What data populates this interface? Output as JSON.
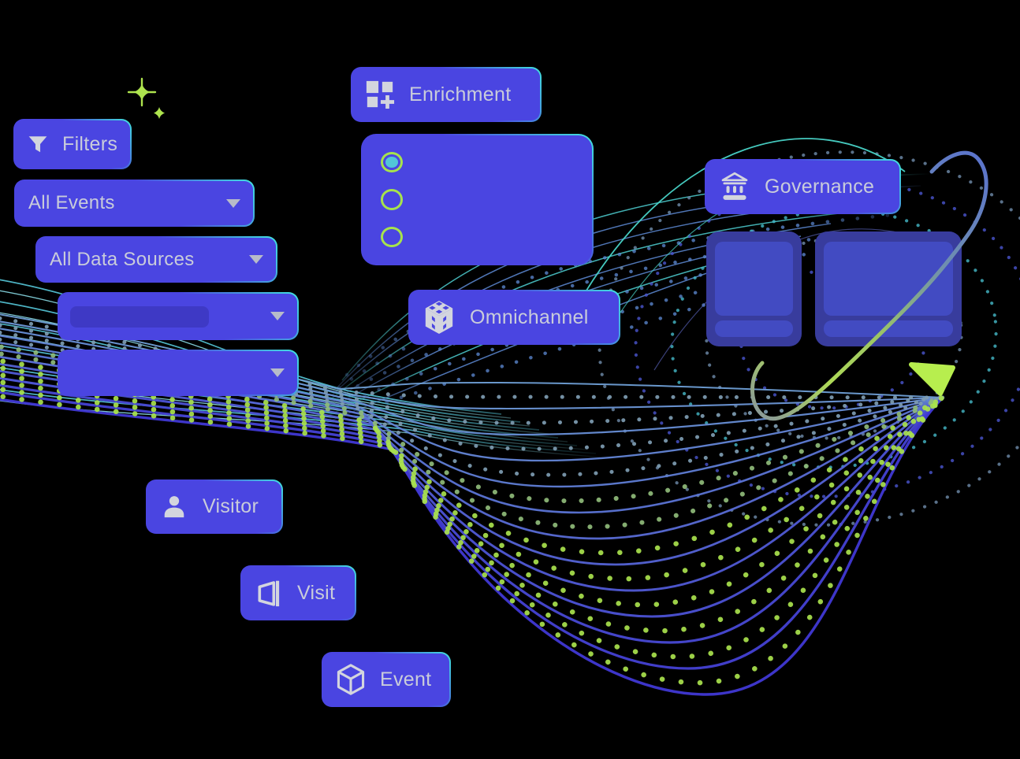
{
  "palette": {
    "background": "#000000",
    "primary_blue": "#4a45e1",
    "card_outer": "#383c9d",
    "card_inner": "#424bc2",
    "accent_teal": "#41e3de",
    "accent_lime": "#aee44e",
    "text": "#c9ccda",
    "icon_gray": "#d3d5de",
    "line_cyan": "#56c8da",
    "line_cyan_light": "#8adce6",
    "line_steel": "#6f9fd6",
    "line_indigo": "#4038d4",
    "line_fan_blue": "#5d8ad5",
    "dot_lime": "#a9e24d",
    "dot_sage": "#8fbb7a",
    "dot_slate": "#7e9cb2",
    "ring_indigo": "#4a55cf",
    "ring_slate": "#6f8cab",
    "ring_teal": "#45b9c8",
    "orbit_blue": "#5b74cc",
    "orbit_green": "#aed957",
    "orbit_tail_gray": "#8c9c96",
    "radio_ring": "#a6e34c",
    "radio_selected_fill": "#52c6d8",
    "cursor_lime": "#b7ee4e"
  },
  "buttons": {
    "filters": {
      "label": "Filters",
      "icon": "filter-icon"
    },
    "enrichment": {
      "label": "Enrichment",
      "icon": "grid-plus-icon"
    },
    "omnichannel": {
      "label": "Omnichannel",
      "icon": "cube-dots-icon"
    },
    "governance": {
      "label": "Governance",
      "icon": "bank-icon"
    },
    "visitor": {
      "label": "Visitor",
      "icon": "person-icon"
    },
    "visit": {
      "label": "Visit",
      "icon": "open-door-icon"
    },
    "event": {
      "label": "Event",
      "icon": "cube-outline-icon"
    }
  },
  "dropdowns": {
    "events": {
      "value": "All Events"
    },
    "data_sources": {
      "value": "All Data Sources"
    },
    "unlabeled_1": {
      "value": ""
    },
    "unlabeled_2": {
      "value": ""
    }
  },
  "radio_group": {
    "options": [
      {
        "selected": true
      },
      {
        "selected": false
      },
      {
        "selected": false
      }
    ]
  }
}
